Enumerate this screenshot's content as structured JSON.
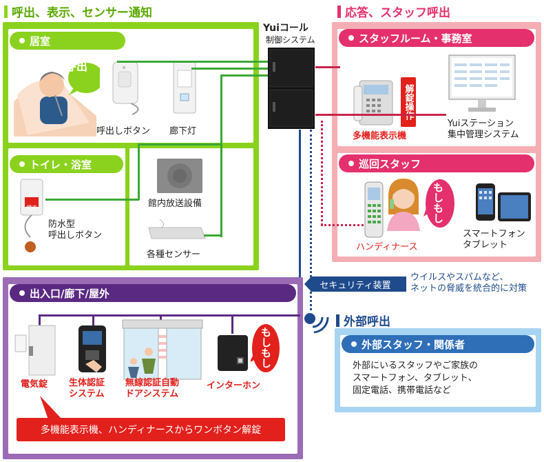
{
  "left_title": "呼出、表示、センサー通知",
  "right_title": "応答、スタッフ呼出",
  "controller": {
    "brand": "Yuiコール",
    "subtitle": "制御システム"
  },
  "kyoshitsu": {
    "title": "居室",
    "call_speech": "呼出",
    "call_button": "呼出しボタン",
    "corridor_light": "廊下灯"
  },
  "toilet": {
    "title": "トイレ・浴室",
    "push_label": "押す",
    "waterproof": "防水型\n呼出しボタン"
  },
  "broadcast": "館内放送設備",
  "sensors": "各種センサー",
  "staff_room": {
    "title": "スタッフルーム・事務室",
    "unlock_tag": "解錠操作",
    "display": "多機能表示機",
    "station": "Yuiステーション\n集中管理システム"
  },
  "patrol": {
    "title": "巡回スタッフ",
    "moshi": "もしもし",
    "handy": "ハンディナース",
    "smartphone": "スマートフォン\nタブレット"
  },
  "security": {
    "tag": "セキュリティ装置",
    "note": "ウイルスやスパムなど、\nネットの脅威を統合的に対策"
  },
  "external": {
    "title": "外部呼出",
    "sub_title": "外部スタッフ・関係者",
    "desc": "外部にいるスタッフやご家族の\nスマートフォン、タブレット、\n固定電話、携帯電話など"
  },
  "entrance": {
    "title": "出入口/廊下/屋外",
    "lock": "電気錠",
    "bio": "生体認証\nシステム",
    "door": "無線認証自動\nドアシステム",
    "intercom": "インターホン",
    "moshi": "もしもし",
    "banner": "多機能表示機、ハンディナースからワンボタン解錠"
  },
  "colors": {
    "green": "#8bd21e",
    "pink": "#e4306c",
    "purple": "#9b6bb5",
    "navy": "#1f4a8c",
    "blue": "#2e6fb8",
    "red": "#e2201c"
  }
}
